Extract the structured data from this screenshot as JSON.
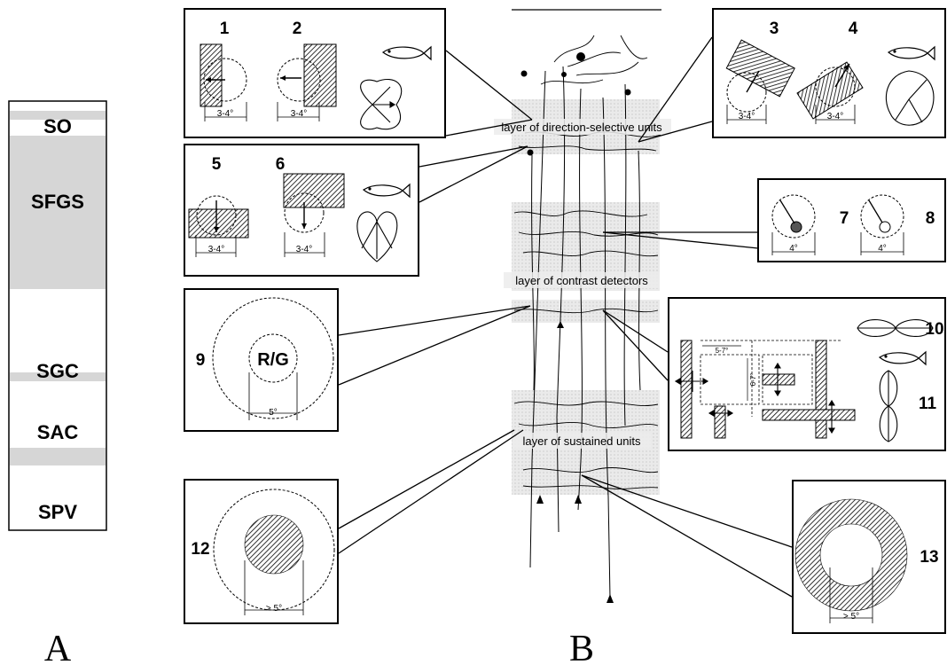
{
  "panel_a": {
    "letter": "A",
    "layers": [
      "SO",
      "SFGS",
      "SGC",
      "SAC",
      "SPV"
    ]
  },
  "panel_b": {
    "letter": "B",
    "layer_labels": {
      "direction_selective": "layer of direction-selective units",
      "contrast_detectors": "layer of contrast detectors",
      "sustained": "layer of sustained units"
    },
    "box1": {
      "units": [
        "1",
        "2"
      ],
      "scale": "3-4°"
    },
    "box2": {
      "units": [
        "3",
        "4"
      ],
      "scale": "3-4°"
    },
    "box3": {
      "units": [
        "5",
        "6"
      ],
      "scale": "3-4°"
    },
    "box4": {
      "units": [
        "7",
        "8"
      ],
      "scale": "4°"
    },
    "box5": {
      "unit": "9",
      "center": "R/G",
      "scale": "5°"
    },
    "box6": {
      "units": [
        "10",
        "11"
      ],
      "scale_h": "5-7°",
      "scale_v": "6-7°"
    },
    "box7": {
      "unit": "12",
      "scale": "> 5°"
    },
    "box8": {
      "unit": "13",
      "scale": "> 5°"
    }
  },
  "colors": {
    "shade": "#d6d6d6",
    "stipple": "#e2e2e2",
    "ink": "#000000"
  }
}
